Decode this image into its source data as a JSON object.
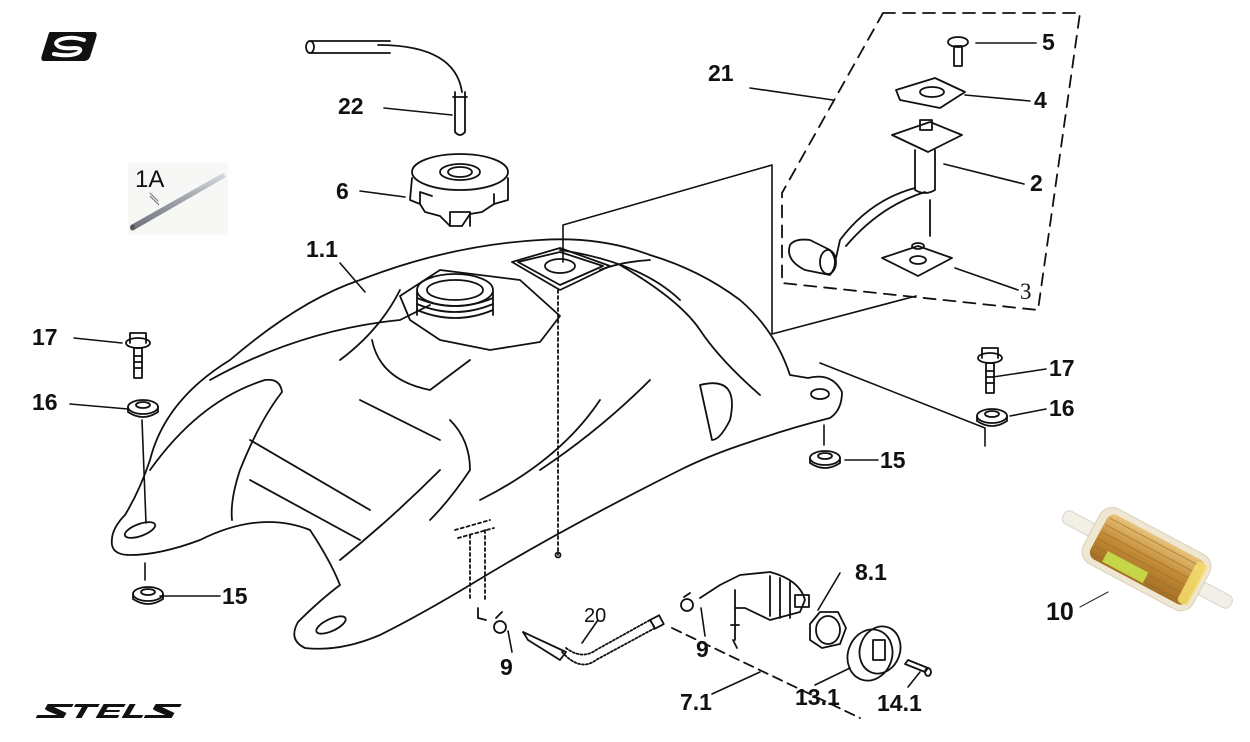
{
  "diagram": {
    "title": "Fuel tank assembly exploded parts diagram",
    "brand": {
      "logo_icon": "stels-s-logo-icon",
      "wordmark": "STELS"
    },
    "callouts": {
      "c_1a": "1A",
      "c_1_1": "1.1",
      "c_2": "2",
      "c_3": "3",
      "c_4": "4",
      "c_5": "5",
      "c_6": "6",
      "c_7_1": "7.1",
      "c_8_1": "8.1",
      "c_9_left": "9",
      "c_9_right": "9",
      "c_10": "10",
      "c_13_1": "13.1",
      "c_14_1": "14.1",
      "c_15_left": "15",
      "c_15_right": "15",
      "c_16_left": "16",
      "c_16_right": "16",
      "c_17_left": "17",
      "c_17_right": "17",
      "c_20": "20",
      "c_21": "21",
      "c_22": "22"
    },
    "parts": [
      {
        "id": "1A",
        "name": "tube (photo)"
      },
      {
        "id": "1.1",
        "name": "fuel tank"
      },
      {
        "id": "2",
        "name": "fuel level sender with float arm"
      },
      {
        "id": "3",
        "name": "sender gasket"
      },
      {
        "id": "4",
        "name": "sender retaining plate"
      },
      {
        "id": "5",
        "name": "bolt"
      },
      {
        "id": "6",
        "name": "fuel cap"
      },
      {
        "id": "7.1",
        "name": "fuel cock assembly"
      },
      {
        "id": "8.1",
        "name": "nut"
      },
      {
        "id": "9",
        "name": "hose clamp"
      },
      {
        "id": "10",
        "name": "inline fuel filter (photo)"
      },
      {
        "id": "13.1",
        "name": "fuel cock lever knob"
      },
      {
        "id": "14.1",
        "name": "screw"
      },
      {
        "id": "15",
        "name": "lower rubber cushion"
      },
      {
        "id": "16",
        "name": "upper rubber cushion"
      },
      {
        "id": "17",
        "name": "flange bolt"
      },
      {
        "id": "20",
        "name": "fuel hose"
      },
      {
        "id": "21",
        "name": "fuel sender assembly group"
      },
      {
        "id": "22",
        "name": "breather hose"
      }
    ],
    "colors": {
      "ink": "#111111",
      "background": "#ffffff",
      "filter_amber": "#c99a3a",
      "filter_label_green": "#c8e04a",
      "tube_steel": "#a9aeb3"
    }
  }
}
